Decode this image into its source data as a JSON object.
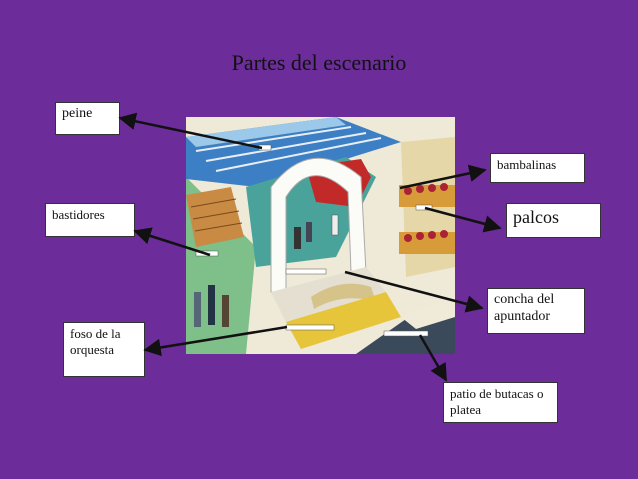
{
  "title": "Partes del escenario",
  "labels": {
    "peine": "peine",
    "bambalinas": "bambalinas",
    "bastidores": "bastidores",
    "palcos": "palcos",
    "concha_line1": "concha del",
    "concha_line2": "apuntador",
    "foso_line1": "foso de la",
    "foso_line2": "orquesta",
    "patio_line1": "patio de butacas o",
    "patio_line2": "platea"
  },
  "colors": {
    "background": "#6c2c9a",
    "label_bg": "#ffffff",
    "arrow": "#111111"
  }
}
